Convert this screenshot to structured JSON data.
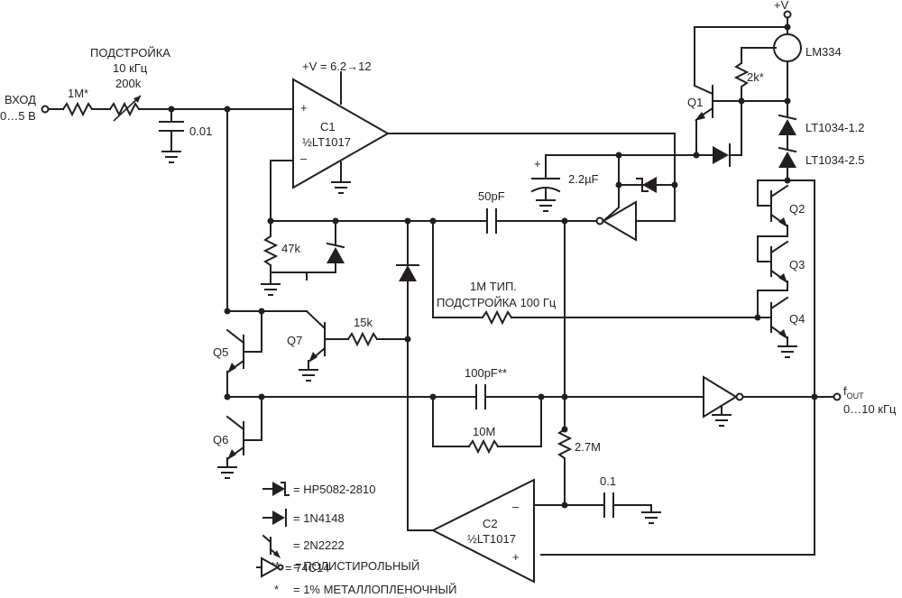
{
  "labels": {
    "supply_top": "+V",
    "input_line1": "ВХОД",
    "input_line2": "0…5 В",
    "r_in": "1M*",
    "trim1_line1": "ПОДСТРОЙКА",
    "trim1_line2": "10 кГц",
    "trim1_line3": "200k",
    "cap_in": "0.01",
    "c1_supply": "+V = 6.2→12",
    "c1_name": "C1",
    "c1_part": "½LT1017",
    "r47k": "47k",
    "c50p": "50pF",
    "c2u2": "2.2µF",
    "q1": "Q1",
    "r2k": "2k*",
    "lm334": "LM334",
    "z1": "LT1034-1.2",
    "z2": "LT1034-2.5",
    "q2": "Q2",
    "q3": "Q3",
    "q4": "Q4",
    "q5": "Q5",
    "q6": "Q6",
    "q7": "Q7",
    "r15k": "15k",
    "trim2_line1": "1M ТИП.",
    "trim2_line2": "ПОДСТРОЙКА 100 Гц",
    "c100p": "100pF**",
    "r10m": "10M",
    "r2m7": "2.7M",
    "c0_1": "0.1",
    "fout_main": "f",
    "fout_sub": "OUT",
    "fout_range": "0…10 кГц",
    "c2_name": "C2",
    "c2_part": "½LT1017",
    "plus": "+",
    "minus": "–"
  },
  "legend": [
    {
      "symbol": "schottky-diode",
      "text": "= HP5082-2810"
    },
    {
      "symbol": "diode",
      "text": "= 1N4148"
    },
    {
      "symbol": "npn-transistor",
      "text": "= 2N2222"
    },
    {
      "symbol": "double-asterisk",
      "text": "= ПОЛИСТИРОЛЬНЫЙ",
      "mark": "**"
    },
    {
      "symbol": "inverter",
      "text": "= 74C14"
    },
    {
      "symbol": "asterisk",
      "text": "= 1% МЕТАЛЛОПЛЕНОЧНЫЙ",
      "mark": "*"
    }
  ]
}
